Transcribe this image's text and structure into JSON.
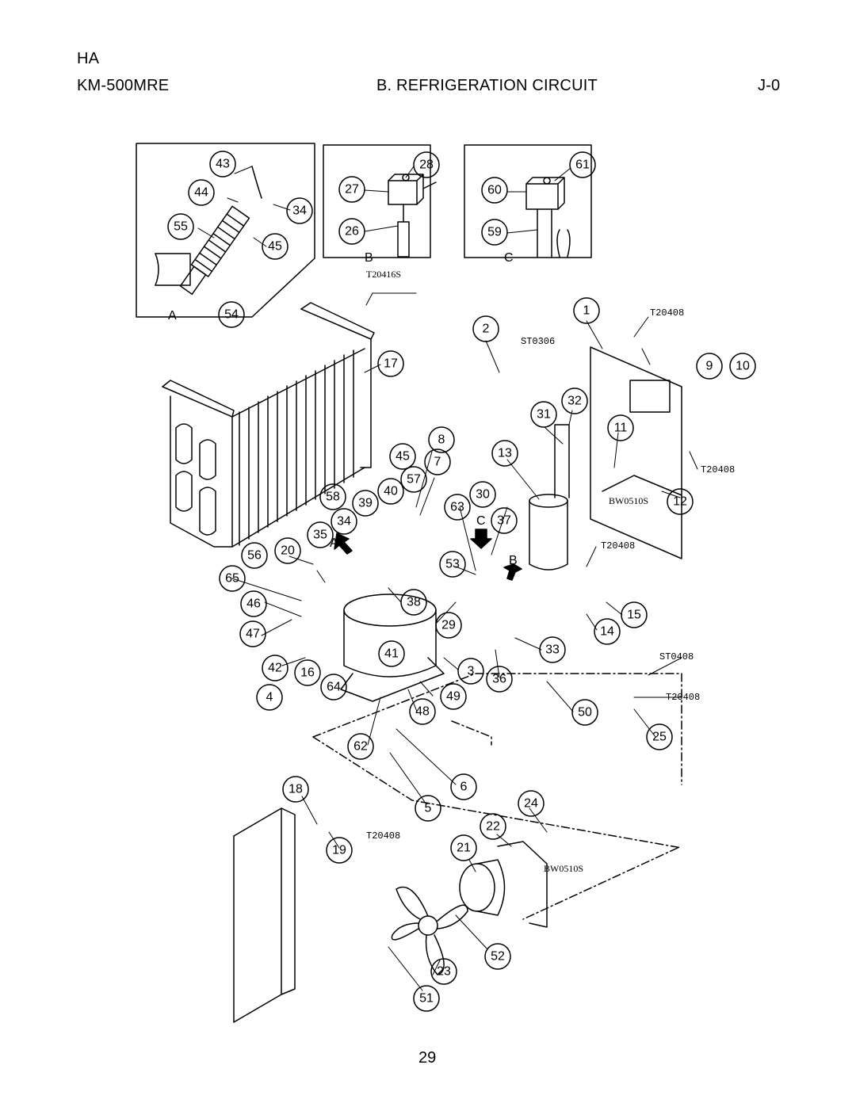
{
  "header": {
    "brand": "HA",
    "model": "KM-500MRE",
    "section_title": "B. REFRIGERATION CIRCUIT",
    "page_code": "J-0"
  },
  "footer": {
    "page_number": "29"
  },
  "detail_labels": {
    "a": "A",
    "b": "B",
    "c": "C"
  },
  "arrow_labels": {
    "a": "A",
    "b": "B",
    "c": "C"
  },
  "fastener_codes": {
    "t20416s": "T20416S",
    "t20408_top": "T20408",
    "st0306": "ST0306",
    "t20408_right": "T20408",
    "bw0510s_right": "BW0510S",
    "t20408_mid": "T20408",
    "st0408": "ST0408",
    "t20408_lower": "T20408",
    "t20408_bottom": "T20408",
    "bw0510s_bottom": "BW0510S"
  },
  "part_callouts": {
    "p43": "43",
    "p44": "44",
    "p34a": "34",
    "p55": "55",
    "p45a": "45",
    "p54": "54",
    "p28": "28",
    "p27": "27",
    "p26": "26",
    "p61": "61",
    "p60": "60",
    "p59": "59",
    "p1": "1",
    "p2": "2",
    "p17": "17",
    "p9": "9",
    "p10": "10",
    "p32": "32",
    "p31": "31",
    "p11": "11",
    "p8": "8",
    "p45b": "45",
    "p7": "7",
    "p13": "13",
    "p57": "57",
    "p40": "40",
    "p30": "30",
    "p12": "12",
    "p58": "58",
    "p39": "39",
    "p63": "63",
    "p37": "37",
    "p34b": "34",
    "p35": "35",
    "p56": "56",
    "p20": "20",
    "p53": "53",
    "p65": "65",
    "p38": "38",
    "p15": "15",
    "p46": "46",
    "p29": "29",
    "p14": "14",
    "p47": "47",
    "p33": "33",
    "p41": "41",
    "p42": "42",
    "p16": "16",
    "p3": "3",
    "p36": "36",
    "p64": "64",
    "p49": "49",
    "p4": "4",
    "p48": "48",
    "p50": "50",
    "p25": "25",
    "p62": "62",
    "p6": "6",
    "p5": "5",
    "p18": "18",
    "p24": "24",
    "p22": "22",
    "p19": "19",
    "p21": "21",
    "p52": "52",
    "p23": "23",
    "p51": "51"
  }
}
